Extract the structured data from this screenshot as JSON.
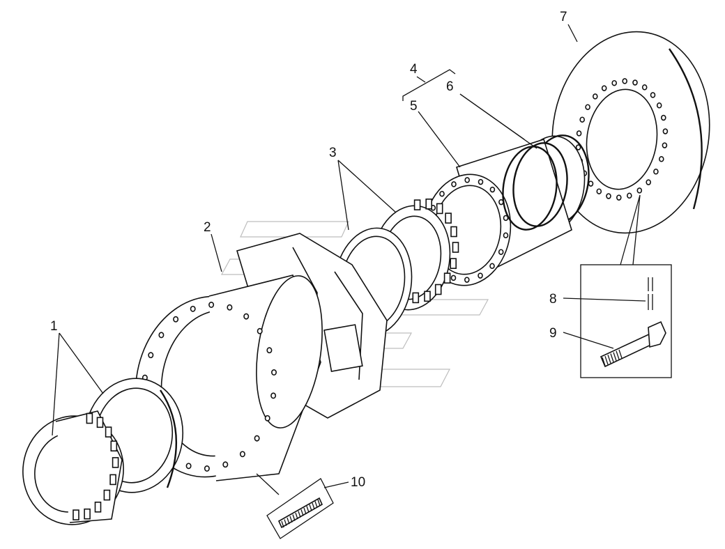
{
  "diagram": {
    "callouts": [
      "1",
      "2",
      "3",
      "4",
      "5",
      "6",
      "7",
      "8",
      "9",
      "10"
    ]
  }
}
